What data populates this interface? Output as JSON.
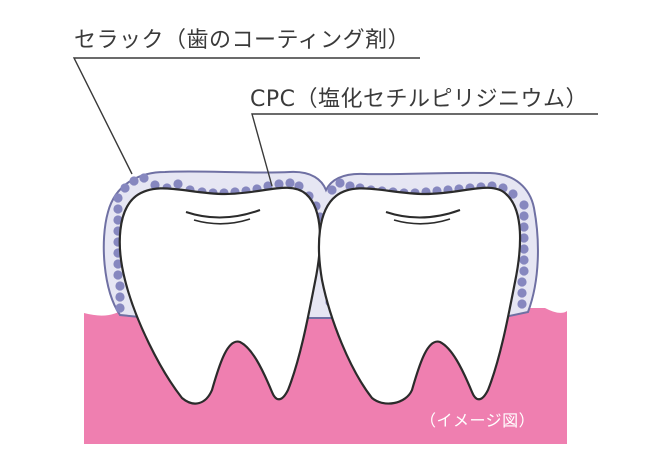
{
  "labels": {
    "coating": "セラック（歯のコーティング剤）",
    "cpc": "CPC（塩化セチルピリジニウム）"
  },
  "caption": "（イメージ図）",
  "colors": {
    "gum": "#ef7fb0",
    "coating_fill": "#e6e6f3",
    "coating_stroke": "#6f70a3",
    "particle": "#8687bf",
    "tooth_fill": "#ffffff",
    "tooth_stroke": "#2b2b2b",
    "leader_line": "#3a3a3a"
  }
}
